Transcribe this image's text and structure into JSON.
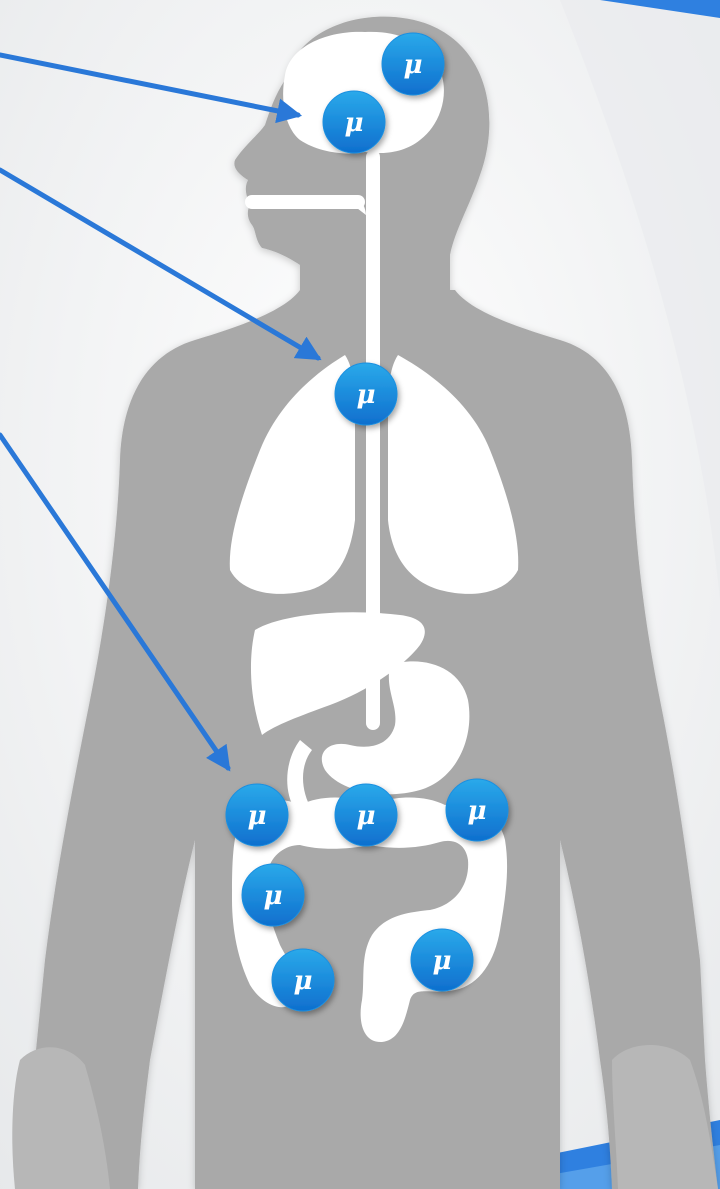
{
  "diagram": {
    "marker_symbol": "μ",
    "colors": {
      "background": "#f3f4f6",
      "body": "#a9a9a9",
      "organ": "#ffffff",
      "marker_top": "#2aa9ea",
      "marker_bottom": "#0f6fce",
      "arrow": "#2a78d8",
      "accent_band": "#2f80e0"
    },
    "markers": [
      {
        "id": "brain-upper",
        "organ": "brain"
      },
      {
        "id": "brain-lower",
        "organ": "brain"
      },
      {
        "id": "lungs",
        "organ": "lungs"
      },
      {
        "id": "colon-left",
        "organ": "colon"
      },
      {
        "id": "colon-middle",
        "organ": "colon"
      },
      {
        "id": "colon-right",
        "organ": "colon"
      },
      {
        "id": "colon-ascending",
        "organ": "colon"
      },
      {
        "id": "colon-lower-left",
        "organ": "colon"
      },
      {
        "id": "colon-sigmoid",
        "organ": "colon"
      }
    ],
    "pointer_arrows": [
      {
        "id": "to-brain"
      },
      {
        "id": "to-lungs"
      },
      {
        "id": "to-colon"
      }
    ]
  }
}
